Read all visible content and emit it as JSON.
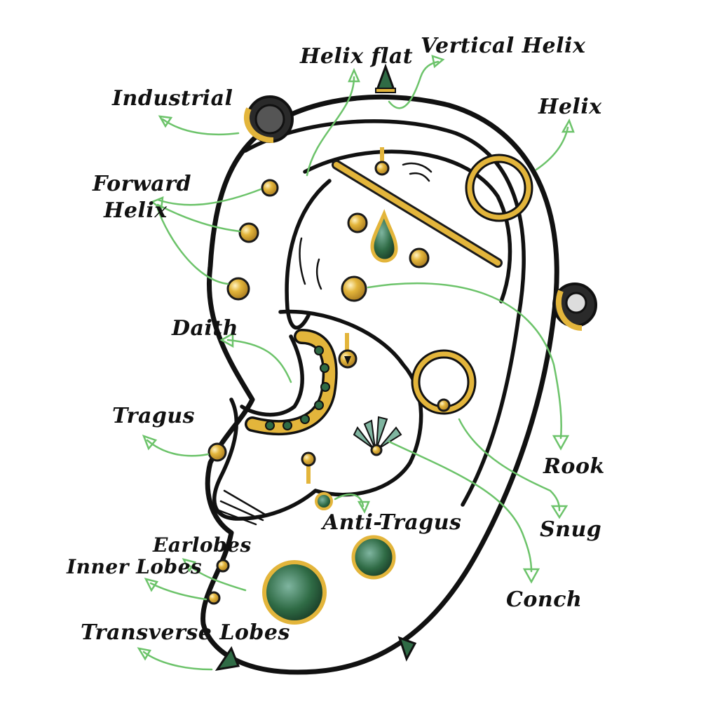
{
  "colors": {
    "ink": "#111111",
    "gold": "#e3b53b",
    "gold_dark": "#b8862a",
    "gem": "#2f6b45",
    "gem_light": "#7fb5a0",
    "arrow": "#6cc36a",
    "background": "#ffffff"
  },
  "labels": {
    "industrial": "Industrial",
    "helix_flat": "Helix flat",
    "vertical_helix": "Vertical Helix",
    "helix": "Helix",
    "forward_helix_line1": "Forward",
    "forward_helix_line2": "Helix",
    "daith": "Daith",
    "tragus": "Tragus",
    "rook": "Rook",
    "snug": "Snug",
    "anti_tragus": "Anti-Tragus",
    "earlobes": "Earlobes",
    "inner_lobes": "Inner Lobes",
    "conch": "Conch",
    "transverse_lobes": "Transverse Lobes"
  }
}
